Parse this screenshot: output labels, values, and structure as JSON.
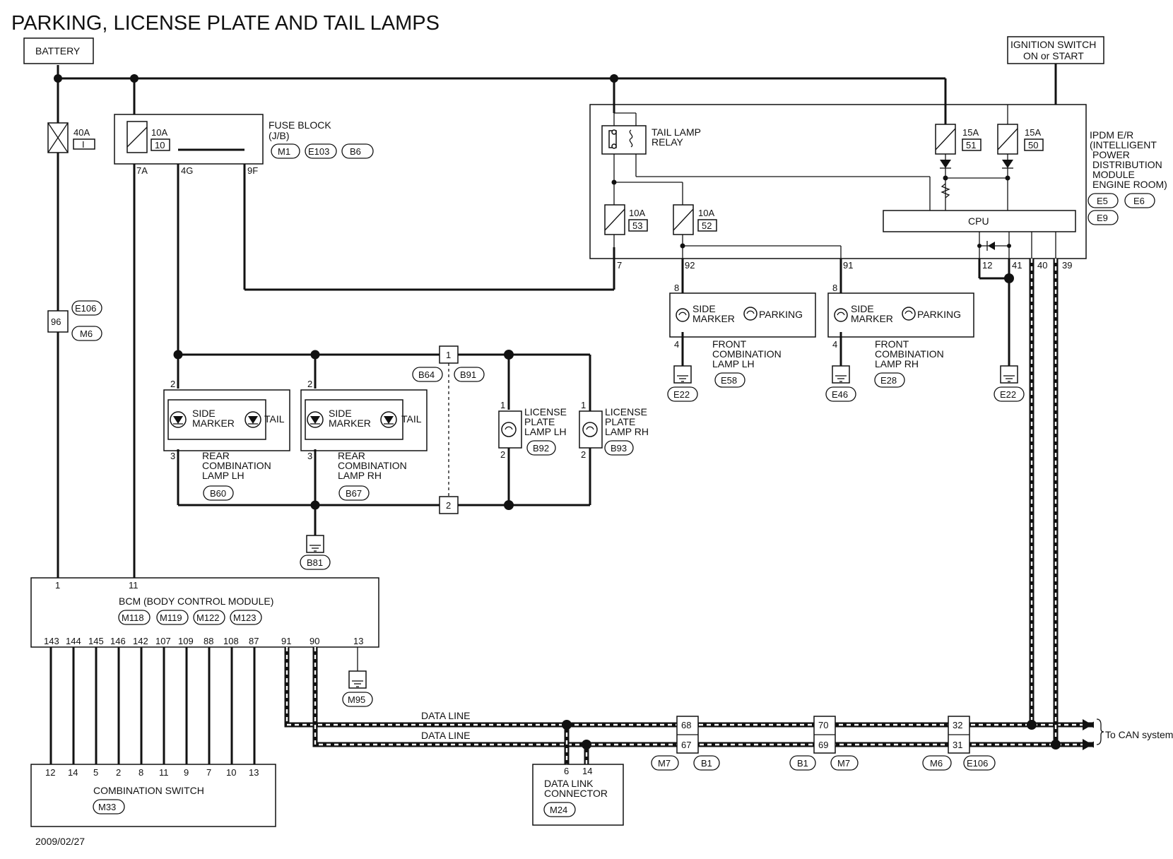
{
  "title": "PARKING, LICENSE PLATE AND TAIL LAMPS",
  "date": "2009/02/27",
  "battery": "BATTERY",
  "ignition": [
    "IGNITION SWITCH",
    "ON or START"
  ],
  "fuse_main": {
    "amp": "40A",
    "num": "I"
  },
  "fuse_block": {
    "lines": [
      "FUSE BLOCK",
      "(J/B)"
    ],
    "amp": "10A",
    "num": "10",
    "pins": [
      "7A",
      "4G",
      "9F"
    ],
    "connectors": [
      "M1",
      "E103",
      "B6"
    ]
  },
  "joint_96": {
    "num": "96",
    "connectors": [
      "E106",
      "M6"
    ]
  },
  "ipdm": {
    "lines": [
      "IPDM E/R",
      "(INTELLIGENT",
      "POWER",
      "DISTRIBUTION",
      "MODULE",
      "ENGINE ROOM)"
    ],
    "connectors": [
      "E5",
      "E6",
      "E9"
    ],
    "relay_lines": [
      "TAIL LAMP",
      "RELAY"
    ],
    "fuses": [
      {
        "amp": "10A",
        "num": "53"
      },
      {
        "amp": "10A",
        "num": "52"
      },
      {
        "amp": "15A",
        "num": "51"
      },
      {
        "amp": "15A",
        "num": "50"
      }
    ],
    "cpu": "CPU",
    "pins": [
      "7",
      "92",
      "91",
      "12",
      "41",
      "40",
      "39"
    ]
  },
  "front_lh": {
    "side": [
      "SIDE",
      "MARKER"
    ],
    "parking": "PARKING",
    "lines": [
      "FRONT",
      "COMBINATION",
      "LAMP LH"
    ],
    "connector": "E58",
    "pin_top": "8",
    "pin_bottom": "4",
    "ground": "E22"
  },
  "front_rh": {
    "side": [
      "SIDE",
      "MARKER"
    ],
    "parking": "PARKING",
    "lines": [
      "FRONT",
      "COMBINATION",
      "LAMP RH"
    ],
    "connector": "E28",
    "pin_top": "8",
    "pin_bottom": "4",
    "ground": "E46"
  },
  "ipdm_ground": "E22",
  "rear_lh": {
    "side": [
      "SIDE",
      "MARKER"
    ],
    "tail": "TAIL",
    "lines": [
      "REAR",
      "COMBINATION",
      "LAMP LH"
    ],
    "connector": "B60",
    "pin_top": "2",
    "pin_bottom": "3"
  },
  "rear_rh": {
    "side": [
      "SIDE",
      "MARKER"
    ],
    "tail": "TAIL",
    "lines": [
      "REAR",
      "COMBINATION",
      "LAMP RH"
    ],
    "connector": "B67",
    "pin_top": "2",
    "pin_bottom": "3"
  },
  "rear_ground": "B81",
  "joint_connector": {
    "top": "1",
    "bottom": "2",
    "connectors": [
      "B64",
      "B91"
    ]
  },
  "license_lh": {
    "lines": [
      "LICENSE",
      "PLATE",
      "LAMP LH"
    ],
    "connector": "B92",
    "pin_top": "1",
    "pin_bottom": "2"
  },
  "license_rh": {
    "lines": [
      "LICENSE",
      "PLATE",
      "LAMP RH"
    ],
    "connector": "B93",
    "pin_top": "1",
    "pin_bottom": "2"
  },
  "bcm": {
    "name": "BCM (BODY CONTROL MODULE)",
    "connectors": [
      "M118",
      "M119",
      "M122",
      "M123"
    ],
    "top_pins": [
      "1",
      "11"
    ],
    "bottom_pins": [
      "143",
      "144",
      "145",
      "146",
      "142",
      "107",
      "109",
      "88",
      "108",
      "87",
      "91",
      "90",
      "13"
    ],
    "ground": "M95"
  },
  "combination_switch": {
    "name": "COMBINATION SWITCH",
    "connector": "M33",
    "pins": [
      "12",
      "14",
      "5",
      "2",
      "8",
      "11",
      "9",
      "7",
      "10",
      "13"
    ]
  },
  "data_link": {
    "lines": [
      "DATA LINK",
      "CONNECTOR"
    ],
    "connector": "M24",
    "pins": [
      "6",
      "14"
    ]
  },
  "data_line": "DATA LINE",
  "can_joints": [
    {
      "top": "68",
      "bottom": "67",
      "connectors": [
        "M7",
        "B1"
      ]
    },
    {
      "top": "70",
      "bottom": "69",
      "connectors": [
        "B1",
        "M7"
      ]
    },
    {
      "top": "32",
      "bottom": "31",
      "connectors": [
        "M6",
        "E106"
      ]
    }
  ],
  "to_can": "To CAN system"
}
